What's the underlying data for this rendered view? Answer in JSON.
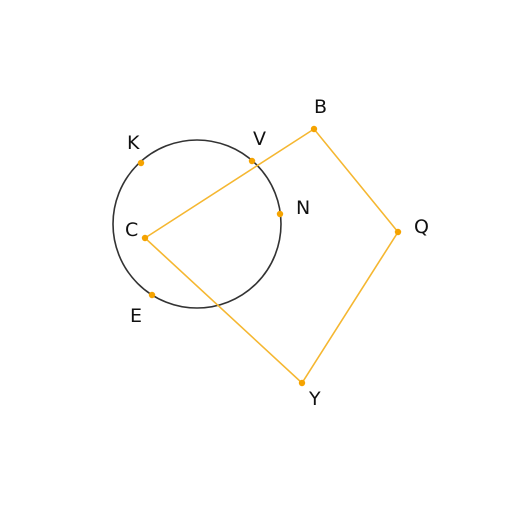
{
  "colors": {
    "background": "#ffffff",
    "circle_stroke": "#333333",
    "shape_stroke": "#f5b731",
    "point_fill": "#f5a300",
    "label": "#111111"
  },
  "points": {
    "K": "K",
    "V": "V",
    "B": "B",
    "N": "N",
    "C": "C",
    "Q": "Q",
    "E": "E",
    "Y": "Y"
  },
  "polygon": [
    "C",
    "B",
    "Q",
    "Y"
  ]
}
